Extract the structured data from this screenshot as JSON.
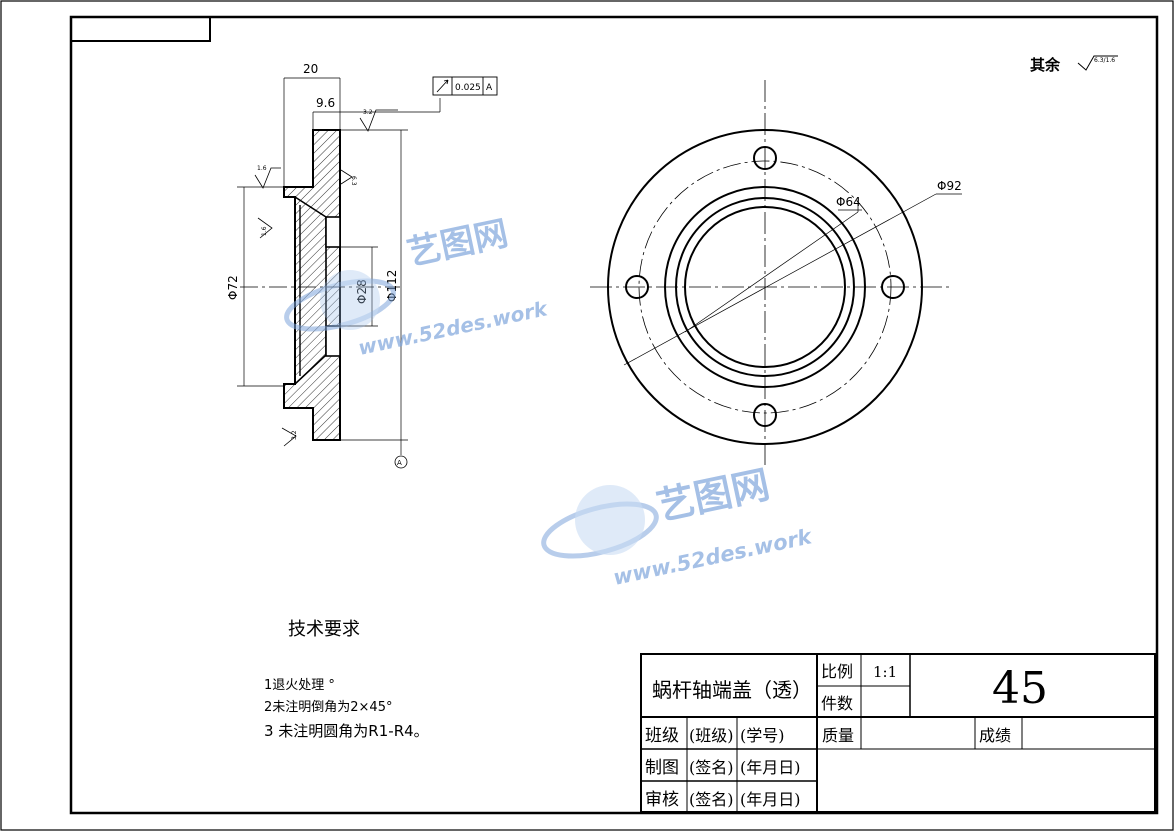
{
  "drawing": {
    "surface_finish_note": {
      "label": "其余",
      "value": "6.3/1.6"
    },
    "tolerance_frame": {
      "value": "0.025",
      "datum": "A"
    },
    "datum_marker": "A",
    "roughness_marks": [
      "3.2",
      "1.6",
      "1.6",
      "6.3",
      "3.2"
    ],
    "dimensions": {
      "overall_width": "20",
      "flange_width": "9.6",
      "d72": "Φ72",
      "d28": "Φ28",
      "d112": "Φ112",
      "d64": "Φ64",
      "d92": "Φ92"
    }
  },
  "watermark": {
    "brand": "艺图网",
    "url": "www.52des.work"
  },
  "tech_requirements": {
    "title": "技术要求",
    "items": [
      "1退火处理 °",
      "2未注明倒角为2×45°",
      "3  未注明圆角为R1-R4。"
    ]
  },
  "title_block": {
    "part_name": "蜗杆轴端盖（透）",
    "scale_label": "比例",
    "scale_value": "1:1",
    "quantity_label": "件数",
    "material": "45",
    "class_label": "班级",
    "class_value": "(班级)",
    "student_id": "(学号)",
    "mass_label": "质量",
    "grade_label": "成绩",
    "drawn_label": "制图",
    "drawn_sign": "(签名)",
    "drawn_date": "(年月日)",
    "checked_label": "审核",
    "checked_sign": "(签名)",
    "checked_date": "(年月日)"
  },
  "colors": {
    "line": "#000000",
    "watermark": "#7fa6dc"
  }
}
